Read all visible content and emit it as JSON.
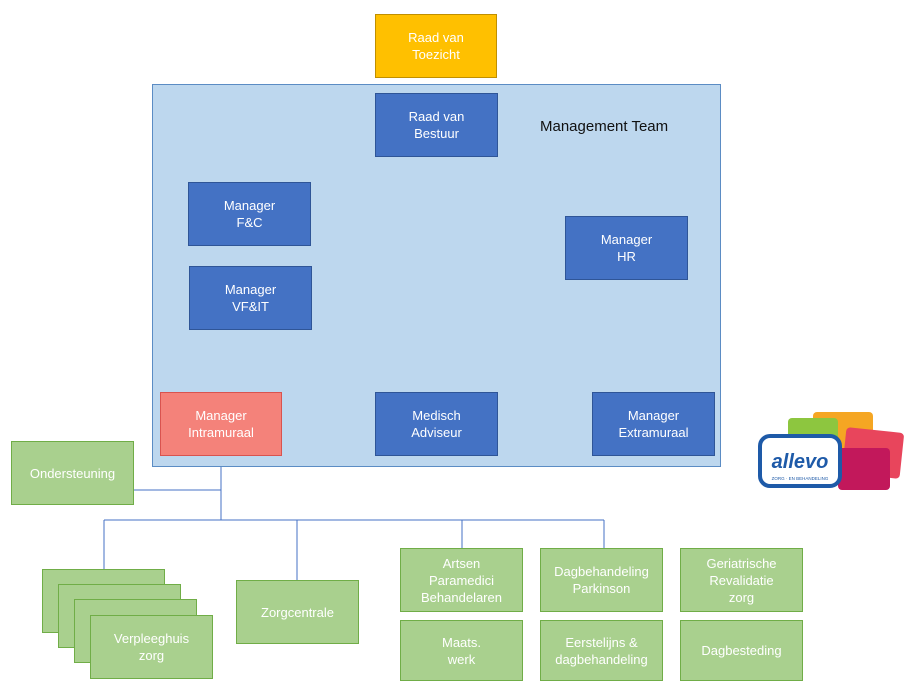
{
  "panel": {
    "title": "Management Team"
  },
  "boxes": {
    "raad_toezicht": "Raad van\nToezicht",
    "raad_bestuur": "Raad van\nBestuur",
    "manager_fc": "Manager\nF&C",
    "manager_hr": "Manager\nHR",
    "manager_vfit": "Manager\nVF&IT",
    "manager_intramuraal": "Manager\nIntramuraal",
    "medisch_adviseur": "Medisch\nAdviseur",
    "manager_extramuraal": "Manager\nExtramuraal",
    "ondersteuning": "Ondersteuning",
    "verpleeghuis": "Verpleeghuis\nzorg",
    "zorgcentrale": "Zorgcentrale",
    "artsen": "Artsen\nParamedici\nBehandelaren",
    "dagbehandeling_parkinson": "Dagbehandeling\nParkinson",
    "geriatrische": "Geriatrische\nRevalidatie\nzorg",
    "maats_werk": "Maats.\nwerk",
    "eerstelijns": "Eerstelijns &\ndagbehandeling",
    "dagbesteding": "Dagbesteding"
  },
  "logo": {
    "text": "allevo",
    "tagline": "ZORG · EN BEHANDELING"
  },
  "colors": {
    "panel": "#bdd7ee",
    "blue_box": "#4472c4",
    "gold_box": "#ffc000",
    "red_box": "#f4827a",
    "green_box": "#a9d08e",
    "connector": "#4472c4"
  }
}
